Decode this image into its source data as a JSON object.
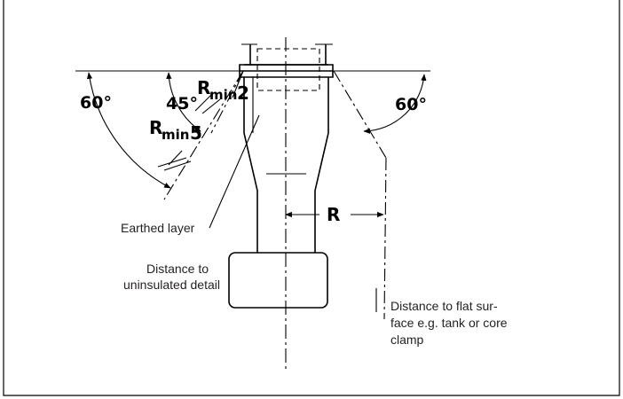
{
  "angles": {
    "left_outer": "60°",
    "left_inner": "45°",
    "right": "60°"
  },
  "radii": {
    "r1_main": "R",
    "r1_sub": "min",
    "r1_num": "2",
    "r2_main": "R",
    "r2_sub": "min",
    "r2_num": "5"
  },
  "dimension_label": "R",
  "labels": {
    "earthed_layer": "Earthed layer",
    "distance_uninsulated_line1": "Distance to",
    "distance_uninsulated_line2": "uninsulated detail",
    "distance_flat_line1": "Distance to flat sur-",
    "distance_flat_line2": "face e.g. tank or core",
    "distance_flat_line3": "clamp"
  }
}
